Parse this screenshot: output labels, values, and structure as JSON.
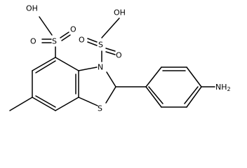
{
  "atoms": {
    "oh_top_left": "OH",
    "s_left": "S",
    "o_left_a": "O",
    "o_left_b": "O",
    "oh_top_right": "OH",
    "s_right": "S",
    "o_right_a": "O",
    "o_right_b": "O",
    "n_ring": "N",
    "s_ring": "S",
    "nh2": "NH",
    "nh2_subscript": "2"
  }
}
